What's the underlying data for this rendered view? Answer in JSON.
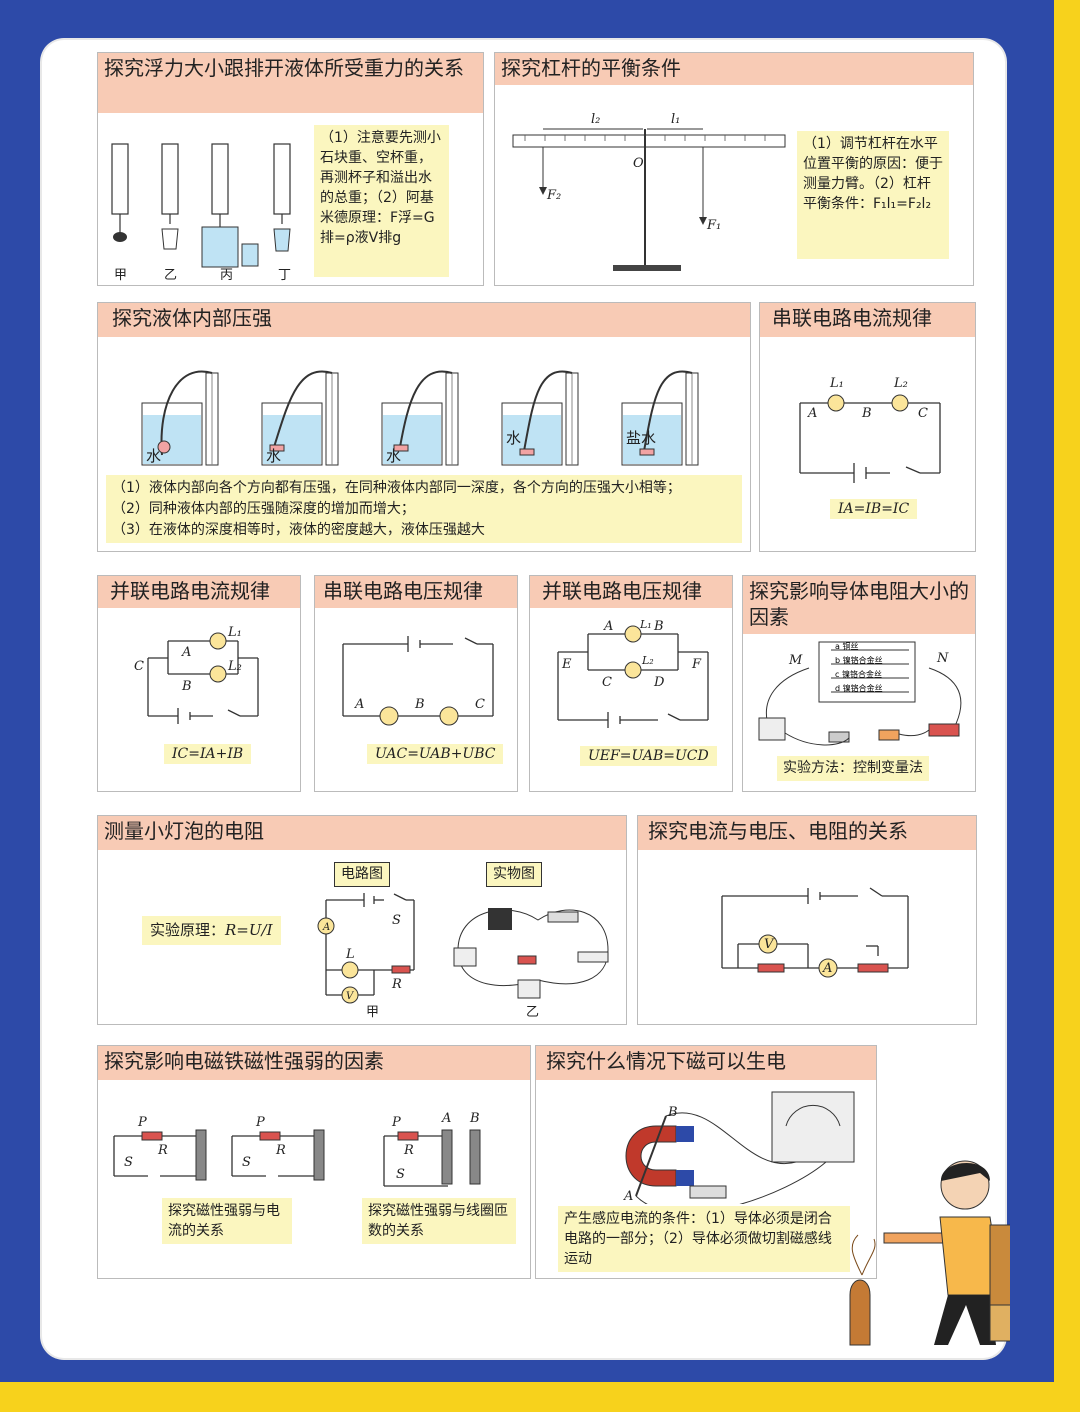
{
  "cards": {
    "buoyancy": {
      "title": "探究浮力大小跟排开液体所受重力的关系",
      "labels": [
        "甲",
        "乙",
        "丙",
        "丁"
      ],
      "note": "（1）注意要先测小石块重、空杯重，再测杯子和溢出水的总重；（2）阿基米德原理：F浮=G排=ρ液V排g"
    },
    "lever": {
      "title": "探究杠杆的平衡条件",
      "labels": {
        "l2": "l₂",
        "l1": "l₁",
        "o": "O",
        "f2": "F₂",
        "f1": "F₁"
      },
      "note": "（1）调节杠杆在水平位置平衡的原因：便于测量力臂。（2）杠杆平衡条件：F₁l₁=F₂l₂"
    },
    "liquid_pressure": {
      "title": "探究液体内部压强",
      "beaker_labels": [
        "水",
        "水",
        "水",
        "水",
        "盐水"
      ],
      "notes": [
        "（1）液体内部向各个方向都有压强，在同种液体内部同一深度，各个方向的压强大小相等；",
        "（2）同种液体内部的压强随深度的增加而增大；",
        "（3）在液体的深度相等时，液体的密度越大，液体压强越大"
      ]
    },
    "series_current": {
      "title": "串联电路电流规律",
      "labels": {
        "l1": "L₁",
        "l2": "L₂",
        "a": "A",
        "b": "B",
        "c": "C"
      },
      "formula": "IA=IB=IC"
    },
    "parallel_current": {
      "title": "并联电路电流规律",
      "labels": {
        "l1": "L₁",
        "l2": "L₂",
        "a": "A",
        "b": "B",
        "c": "C"
      },
      "formula": "IC=IA+IB"
    },
    "series_voltage": {
      "title": "串联电路电压规律",
      "labels": {
        "a": "A",
        "b": "B",
        "c": "C"
      },
      "formula": "UAC=UAB+UBC"
    },
    "parallel_voltage": {
      "title": "并联电路电压规律",
      "labels": {
        "a": "A",
        "b": "B",
        "c": "C",
        "d": "D",
        "e": "E",
        "f": "F",
        "l1": "L₁",
        "l2": "L₂"
      },
      "formula": "UEF=UAB=UCD"
    },
    "resistance_factors": {
      "title": "探究影响导体电阻大小的因素",
      "wires": [
        "a 铜丝",
        "b 镍铬合金丝",
        "c 镍铬合金丝",
        "d 镍铬合金丝"
      ],
      "labels": {
        "m": "M",
        "n": "N"
      },
      "note": "实验方法：控制变量法"
    },
    "bulb_resistance": {
      "title": "测量小灯泡的电阻",
      "principle_label": "实验原理：",
      "principle_formula": "R=U/I",
      "circuit_tag": "电路图",
      "physical_tag": "实物图",
      "labels": {
        "s": "S",
        "l": "L",
        "r": "R",
        "a": "A",
        "v": "V",
        "jia": "甲",
        "yi": "乙"
      }
    },
    "current_vr": {
      "title": "探究电流与电压、电阻的关系",
      "labels": {
        "v": "V",
        "a": "A"
      }
    },
    "electromagnet": {
      "title": "探究影响电磁铁磁性强弱的因素",
      "labels": {
        "p": "P",
        "r": "R",
        "s": "S",
        "a": "A",
        "b": "B"
      },
      "note_left": "探究磁性强弱与电流的关系",
      "note_right": "探究磁性强弱与线圈匝数的关系"
    },
    "induction": {
      "title": "探究什么情况下磁可以生电",
      "labels": {
        "a": "A",
        "b": "B"
      },
      "note": "产生感应电流的条件：（1）导体必须是闭合电路的一部分；（2）导体必须做切割磁感线运动"
    }
  },
  "colors": {
    "title_bg": "#f8cbb5",
    "note_bg": "#fbf6bf",
    "frame": "#2d4aa8",
    "accent": "#f7d21c"
  }
}
